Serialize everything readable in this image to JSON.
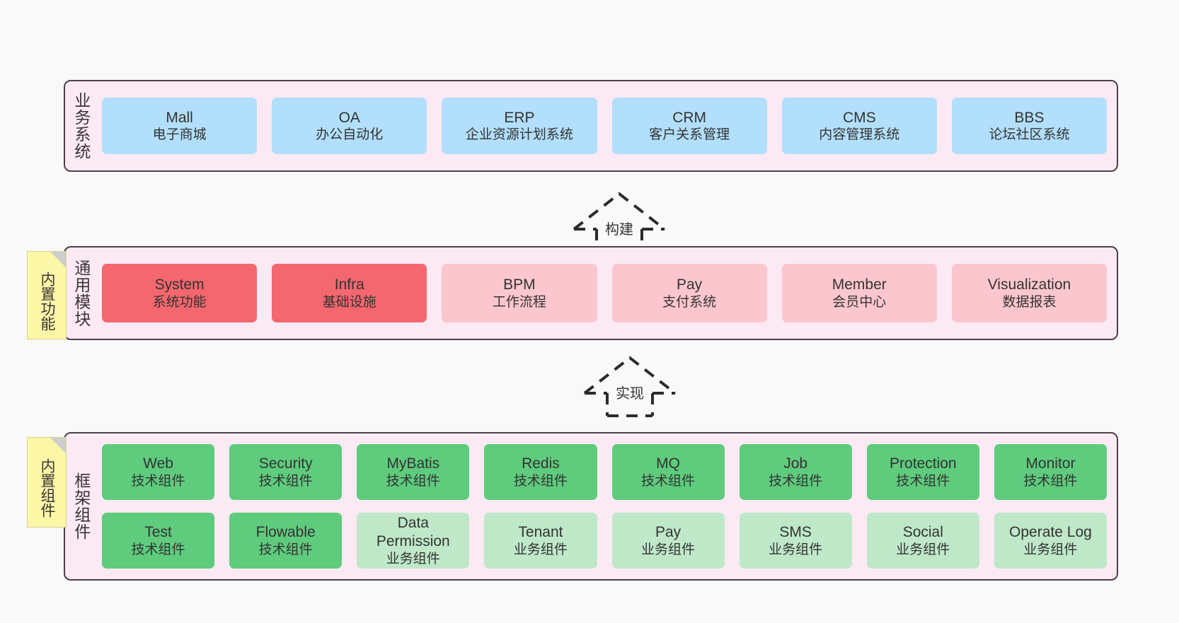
{
  "diagram": {
    "background": "#f9f9f9",
    "panel_bg": "#fbeaf4",
    "panel_border": "#4a4049"
  },
  "layers": [
    {
      "key": "business",
      "title": "业务系统",
      "rows": [
        {
          "tiles": [
            {
              "name": "Mall",
              "sub": "电子商城",
              "color": "#b2dffb"
            },
            {
              "name": "OA",
              "sub": "办公自动化",
              "color": "#b2dffb"
            },
            {
              "name": "ERP",
              "sub": "企业资源计划系统",
              "color": "#b2dffb"
            },
            {
              "name": "CRM",
              "sub": "客户关系管理",
              "color": "#b2dffb"
            },
            {
              "name": "CMS",
              "sub": "内容管理系统",
              "color": "#b2dffb"
            },
            {
              "name": "BBS",
              "sub": "论坛社区系统",
              "color": "#b2dffb"
            }
          ]
        }
      ]
    },
    {
      "key": "modules",
      "title": "通用模块",
      "sticky": "内置功能",
      "rows": [
        {
          "tiles": [
            {
              "name": "System",
              "sub": "系统功能",
              "color": "#f4676e"
            },
            {
              "name": "Infra",
              "sub": "基础设施",
              "color": "#f4676e"
            },
            {
              "name": "BPM",
              "sub": "工作流程",
              "color": "#fcc6ce"
            },
            {
              "name": "Pay",
              "sub": "支付系统",
              "color": "#fcc6ce"
            },
            {
              "name": "Member",
              "sub": "会员中心",
              "color": "#fcc6ce"
            },
            {
              "name": "Visualization",
              "sub": "数据报表",
              "color": "#fcc6ce"
            }
          ]
        }
      ]
    },
    {
      "key": "framework",
      "title": "框架组件",
      "sticky": "内置组件",
      "rows": [
        {
          "tiles": [
            {
              "name": "Web",
              "sub": "技术组件",
              "color": "#5ecb7d"
            },
            {
              "name": "Security",
              "sub": "技术组件",
              "color": "#5ecb7d"
            },
            {
              "name": "MyBatis",
              "sub": "技术组件",
              "color": "#5ecb7d"
            },
            {
              "name": "Redis",
              "sub": "技术组件",
              "color": "#5ecb7d"
            },
            {
              "name": "MQ",
              "sub": "技术组件",
              "color": "#5ecb7d"
            },
            {
              "name": "Job",
              "sub": "技术组件",
              "color": "#5ecb7d"
            },
            {
              "name": "Protection",
              "sub": "技术组件",
              "color": "#5ecb7d"
            },
            {
              "name": "Monitor",
              "sub": "技术组件",
              "color": "#5ecb7d"
            }
          ]
        },
        {
          "tiles": [
            {
              "name": "Test",
              "sub": "技术组件",
              "color": "#5ecb7d"
            },
            {
              "name": "Flowable",
              "sub": "技术组件",
              "color": "#5ecb7d"
            },
            {
              "name": "Data Permission",
              "sub": "业务组件",
              "color": "#bfe8c9"
            },
            {
              "name": "Tenant",
              "sub": "业务组件",
              "color": "#bfe8c9"
            },
            {
              "name": "Pay",
              "sub": "业务组件",
              "color": "#bfe8c9"
            },
            {
              "name": "SMS",
              "sub": "业务组件",
              "color": "#bfe8c9"
            },
            {
              "name": "Social",
              "sub": "业务组件",
              "color": "#bfe8c9"
            },
            {
              "name": "Operate Log",
              "sub": "业务组件",
              "color": "#bfe8c9"
            }
          ]
        }
      ]
    }
  ],
  "arrows": [
    {
      "key": "build",
      "label": "构建"
    },
    {
      "key": "implement",
      "label": "实现"
    }
  ]
}
